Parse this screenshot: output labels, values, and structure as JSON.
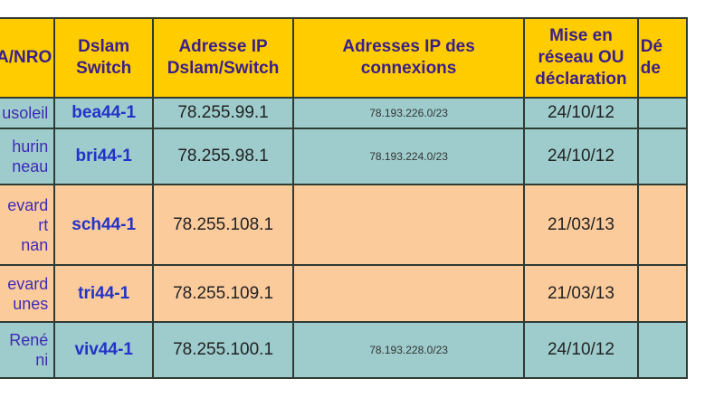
{
  "headers": [
    "A/NRO",
    "Dslam Switch",
    "Adresse IP Dslam/Switch",
    "Adresses IP des connexions",
    "Mise en réseau OU déclaration",
    "Dé de"
  ],
  "rows": [
    {
      "site": "usoleil",
      "dslam": "bea44-1",
      "ip": "78.255.99.1",
      "conn": "78.193.226.0/23",
      "date": "24/10/12",
      "color": "teal"
    },
    {
      "site": "hurin\nneau",
      "dslam": "bri44-1",
      "ip": "78.255.98.1",
      "conn": "78.193.224.0/23",
      "date": "24/10/12",
      "color": "teal"
    },
    {
      "site": "evard\nrt\nnan",
      "dslam": "sch44-1",
      "ip": "78.255.108.1",
      "conn": "",
      "date": "21/03/13",
      "color": "orange"
    },
    {
      "site": "evard\nunes",
      "dslam": "tri44-1",
      "ip": "78.255.109.1",
      "conn": "",
      "date": "21/03/13",
      "color": "orange"
    },
    {
      "site": "René\nni",
      "dslam": "viv44-1",
      "ip": "78.255.100.1",
      "conn": "78.193.228.0/23",
      "date": "24/10/12",
      "color": "teal"
    }
  ],
  "colors": {
    "header": "#ffcc00",
    "teal": "#9ecccc",
    "orange": "#fccb9c"
  }
}
